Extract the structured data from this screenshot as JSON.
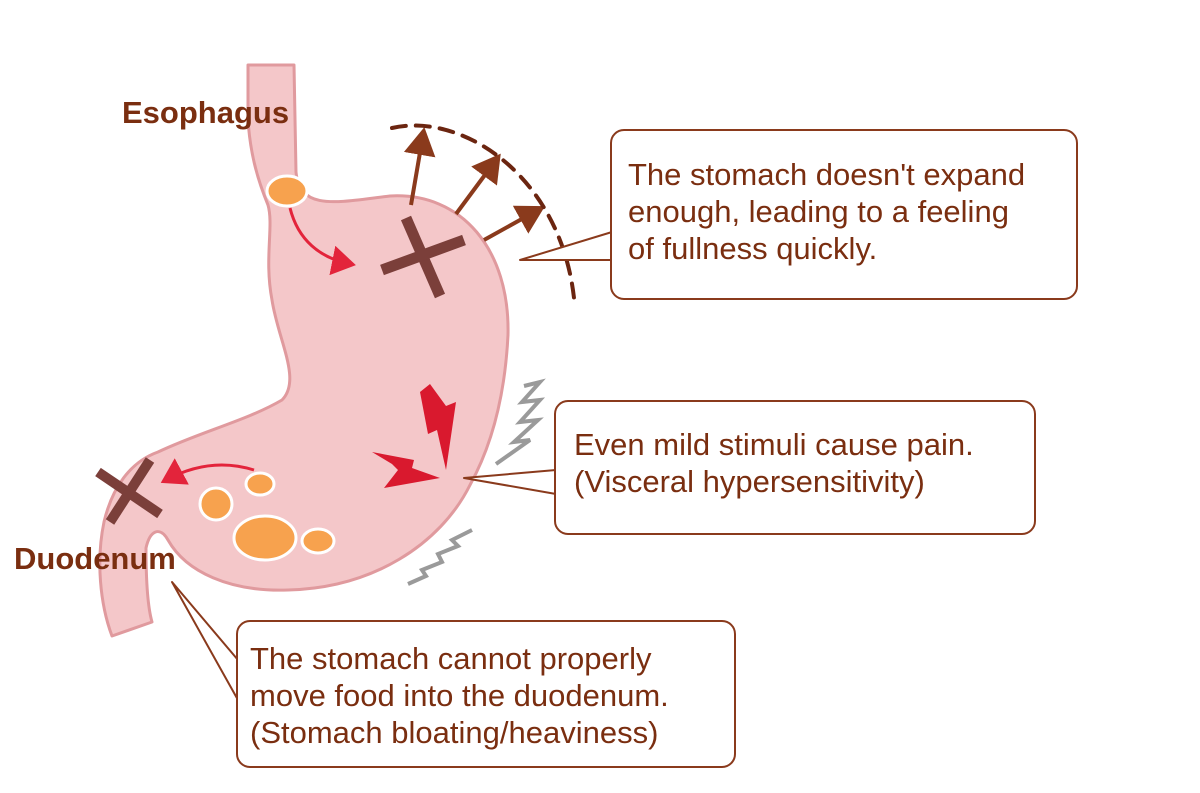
{
  "labels": {
    "esophagus": "Esophagus",
    "duodenum": "Duodenum"
  },
  "callouts": {
    "expansion": {
      "lines": [
        "The stomach doesn't expand",
        "enough, leading to a feeling",
        "of fullness quickly."
      ]
    },
    "pain": {
      "lines": [
        "Even mild stimuli cause pain.",
        "(Visceral hypersensitivity)"
      ]
    },
    "emptying": {
      "lines": [
        "The stomach cannot properly",
        "move food into the duodenum.",
        "(Stomach bloating/heaviness)"
      ]
    }
  },
  "colors": {
    "stomach_fill": "#f4c7c9",
    "stomach_outline": "#e09a9e",
    "food": "#f7a24e",
    "cross": "#7b3f3a",
    "flow_arrow": "#e3243b",
    "lightning": "#d9192e",
    "expansion_arrow": "#8a3a1c",
    "dashed_arc": "#6b2510",
    "zigzag": "#9a9a9a",
    "text": "#7a2e10",
    "callout_border": "#8a3a1c"
  },
  "icons": [
    "cross-icon",
    "lightning-icon",
    "zigzag-icon",
    "arrow-icon"
  ]
}
